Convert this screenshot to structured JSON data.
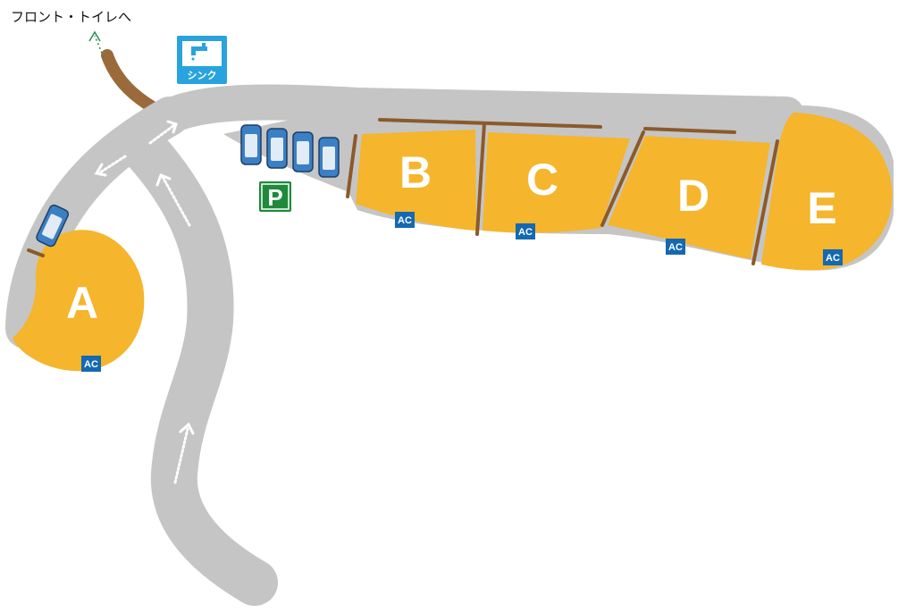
{
  "labels": {
    "front_toilet": "フロント・トイレへ"
  },
  "sink": {
    "label": "シンク",
    "icon": "faucet-icon",
    "color": "#29a3dd"
  },
  "parking": {
    "label": "P",
    "color": "#1f8a3a"
  },
  "sites": [
    {
      "id": "A",
      "letter": "A",
      "badge": "AC"
    },
    {
      "id": "B",
      "letter": "B",
      "badge": "AC"
    },
    {
      "id": "C",
      "letter": "C",
      "badge": "AC"
    },
    {
      "id": "D",
      "letter": "D",
      "badge": "AC"
    },
    {
      "id": "E",
      "letter": "E",
      "badge": "AC"
    }
  ],
  "colors": {
    "road": "#c5c5c5",
    "site_fill": "#f5b52c",
    "divider": "#8b5a2b",
    "path": "#9a6a3a",
    "badge": "#1469b0",
    "car": "#3b7fc4"
  }
}
